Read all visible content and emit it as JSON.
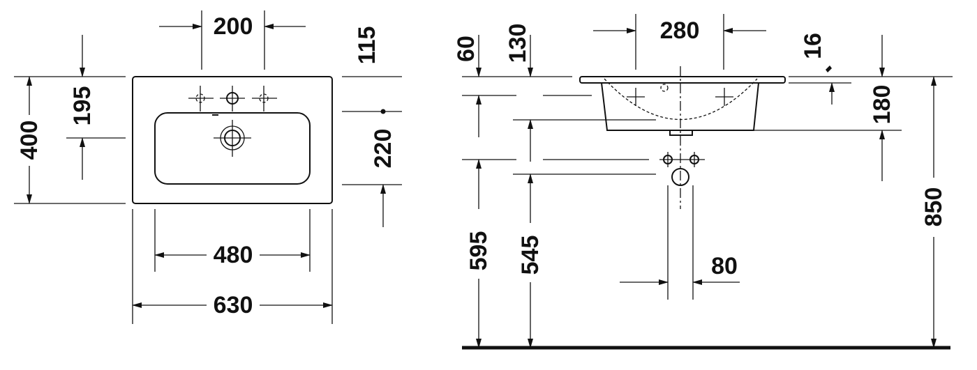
{
  "plan_view": {
    "tap_spacing": "200",
    "tap_offset_from_edge": "115",
    "drain_offset": "195",
    "depth_total": "400",
    "drain_to_edge": "220",
    "basin_width": "480",
    "width_total": "630"
  },
  "side_view": {
    "tap_spacing": "280",
    "rim_offset_a": "60",
    "rim_offset_b": "130",
    "rim_thickness": "16",
    "basin_height": "180",
    "trap_height_a": "595",
    "trap_height_b": "545",
    "trap_width": "80",
    "mounting_height": "850"
  }
}
